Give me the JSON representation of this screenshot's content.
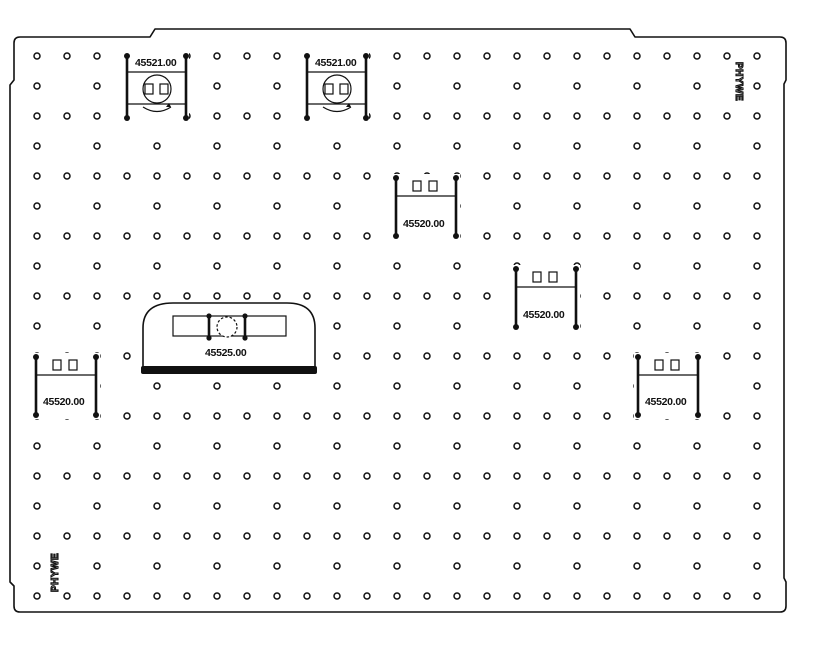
{
  "board": {
    "brand_top": "PHYWE",
    "brand_bottom": "PHYWE",
    "colors": {
      "ink": "#111111",
      "paper": "#ffffff"
    }
  },
  "components": {
    "battery_1": {
      "code": "45521.00"
    },
    "battery_2": {
      "code": "45521.00"
    },
    "switch_1": {
      "code": "45520.00"
    },
    "switch_2": {
      "code": "45520.00"
    },
    "switch_3": {
      "code": "45520.00"
    },
    "switch_4": {
      "code": "45520.00"
    },
    "bulb_holder": {
      "code": "45525.00"
    }
  }
}
